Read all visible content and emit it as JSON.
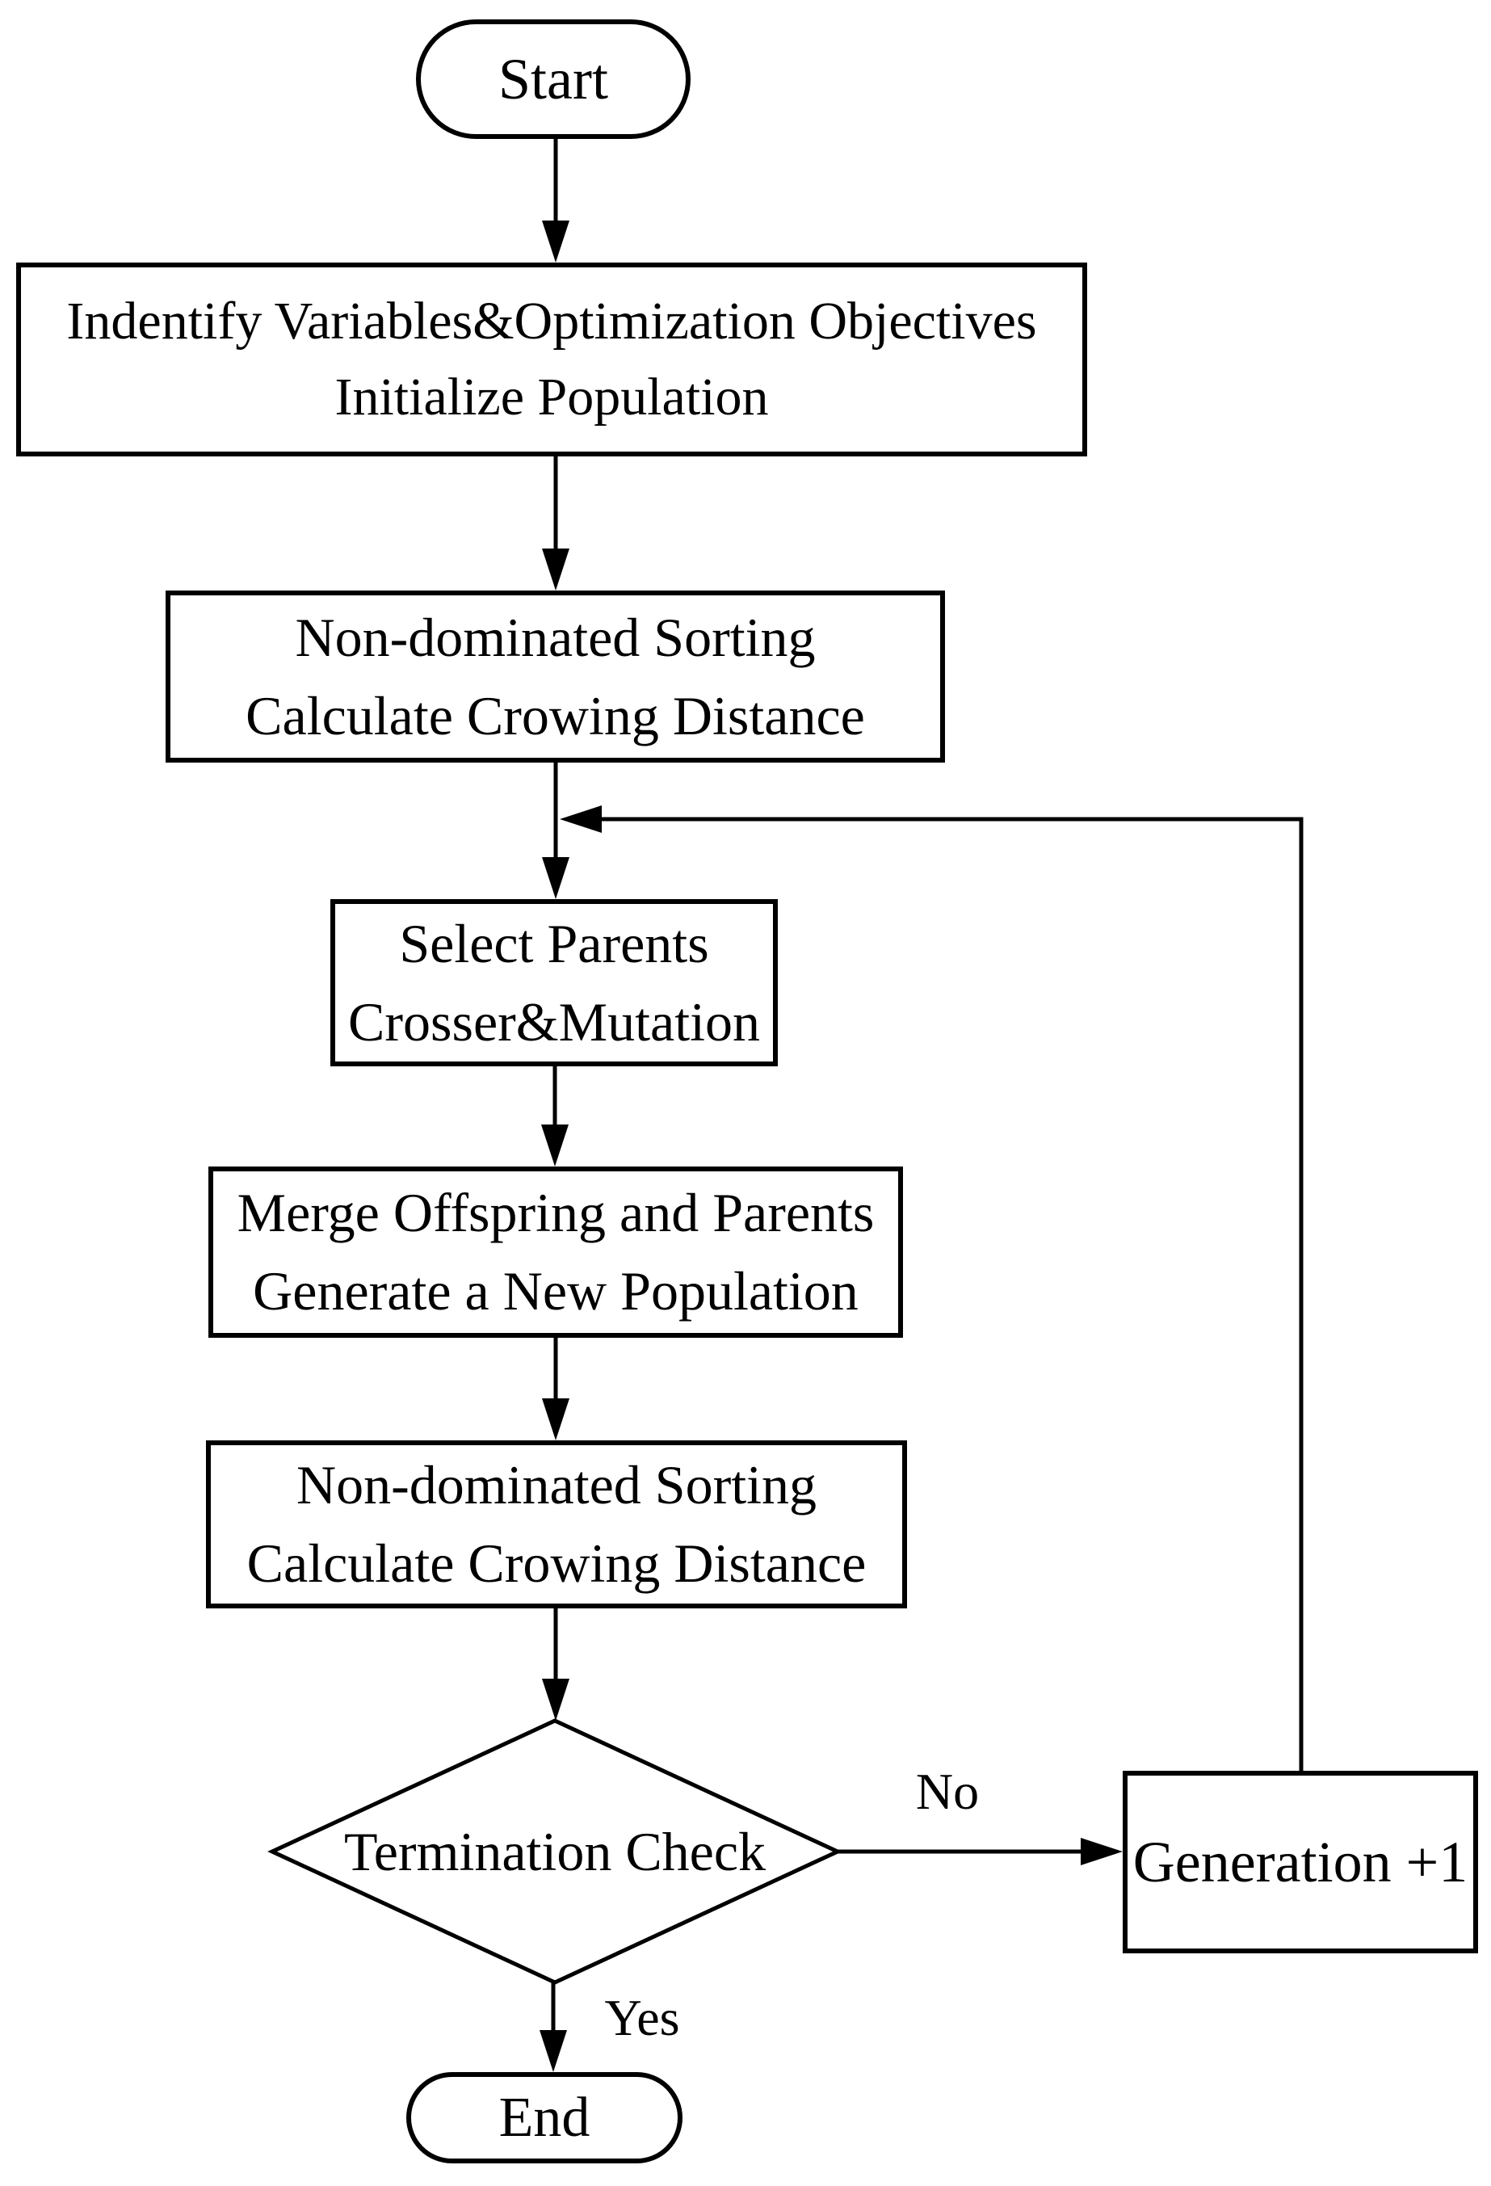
{
  "figure": {
    "type": "flowchart"
  },
  "nodes": {
    "start": {
      "label": "Start",
      "shape": "stadium"
    },
    "init": {
      "lines": [
        "Indentify Variables&Optimization Objectives",
        "Initialize Population"
      ],
      "shape": "rect"
    },
    "sort1": {
      "lines": [
        "Non-dominated Sorting",
        "Calculate Crowing Distance"
      ],
      "shape": "rect"
    },
    "select": {
      "lines": [
        "Select Parents",
        "Crosser&Mutation"
      ],
      "shape": "rect"
    },
    "merge": {
      "lines": [
        "Merge Offspring and Parents",
        "Generate a New Population"
      ],
      "shape": "rect"
    },
    "sort2": {
      "lines": [
        "Non-dominated Sorting",
        "Calculate Crowing Distance"
      ],
      "shape": "rect"
    },
    "decision": {
      "label": "Termination Check",
      "shape": "diamond"
    },
    "generation": {
      "label": "Generation +1",
      "shape": "rect"
    },
    "end": {
      "label": "End",
      "shape": "stadium"
    }
  },
  "edge_labels": {
    "no": "No",
    "yes": "Yes"
  },
  "colors": {
    "line": "#000000",
    "background": "#ffffff",
    "text": "#000000"
  }
}
